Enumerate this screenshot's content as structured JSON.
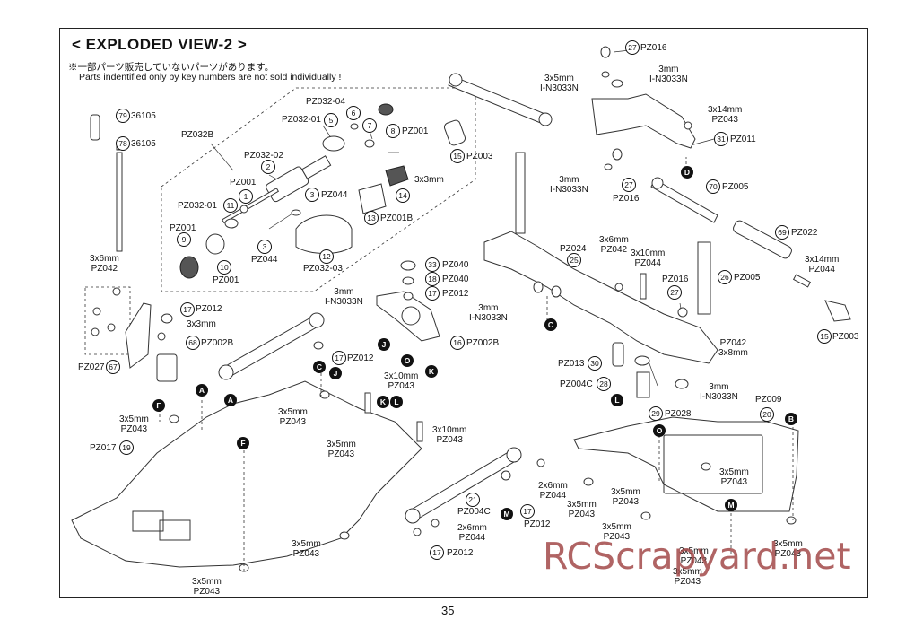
{
  "title": "< EXPLODED VIEW-2 >",
  "note_jp": "※一部パーツ販売していないパーツがあります。",
  "note_en": "Parts indentified only by key numbers are not sold individually !",
  "page_number": "35",
  "watermark": "RCScrapyard.net",
  "labels": {
    "l36105a": "36105",
    "l36105b": "36105",
    "lPZ032B": "PZ032B",
    "lPZ03204": "PZ032-04",
    "lPZ03201a": "PZ032-01",
    "lPZ001a": "PZ001",
    "lPZ003a": "PZ003",
    "lPZ03202": "PZ032-02",
    "lPZ001b": "PZ001",
    "l3x3a": "3x3mm",
    "lPZ044a": "PZ044",
    "lPZ03201b": "PZ032-01",
    "lPZ001c": "PZ001",
    "lPZ001B": "PZ001B",
    "lPZ044b": "PZ044",
    "lPZ03203": "PZ032-03",
    "lPZ001d": "PZ001",
    "l3x6a": "3x6mm\nPZ042",
    "lPZ012a": "PZ012",
    "l3x3b": "3x3mm",
    "lPZ002Ba": "PZ002B",
    "lPZ027": "PZ027",
    "lPZ016a": "PZ016",
    "l3x5N1": "3x5mm\nI-N3033N",
    "l3mmN1": "3mm\nI-N3033N",
    "l3x14a": "3x14mm\nPZ043",
    "lPZ011": "PZ011",
    "l3mmN2": "3mm\nI-N3033N",
    "lPZ016b": "PZ016",
    "lPZ005a": "PZ005",
    "lPZ040a": "PZ040",
    "lPZ040b": "PZ040",
    "l3mmN3": "3mm\nI-N3033N",
    "lPZ012b": "PZ012",
    "l3mmN4": "3mm\nI-N3033N",
    "lPZ002Bb": "PZ002B",
    "lPZ024": "PZ024",
    "l3x6b": "3x6mm\nPZ042",
    "l3x10a": "3x10mm\nPZ044",
    "lPZ016c": "PZ016",
    "lPZ005b": "PZ005",
    "lPZ022": "PZ022",
    "l3x14b": "3x14mm\nPZ044",
    "lPZ003b": "PZ003",
    "lPZ012c": "PZ012",
    "l3x10b": "3x10mm\nPZ043",
    "lPZ042c": "PZ042\n3x8mm",
    "lPZ013": "PZ013",
    "lPZ004Ca": "PZ004C",
    "l3mmN5": "3mm\nI-N3033N",
    "lPZ009": "PZ009",
    "lPZ028": "PZ028",
    "l3x5a": "3x5mm\nPZ043",
    "l3x5b": "3x5mm\nPZ043",
    "l3x10c": "3x10mm\nPZ043",
    "lPZ017": "PZ017",
    "l3x5c": "3x5mm\nPZ043",
    "l2x6a": "2x6mm\nPZ044",
    "lPZ004Cb": "PZ004C",
    "lPZ012d": "PZ012",
    "l2x6b": "2x6mm\nPZ044",
    "lPZ012e": "PZ012",
    "l3x5d": "3x5mm\nPZ043",
    "l3x5e": "3x5mm\nPZ043",
    "l3x5f": "3x5mm\nPZ043",
    "l3x5g": "3x5mm\nPZ043",
    "l3x5h": "3x5mm\nPZ043",
    "l3x5i": "3x5mm\nPZ043",
    "l3x5j": "3x5mm\nPZ043",
    "l3x5k": "3x5mm\nPZ043",
    "l3x5l": "3x5mm\nPZ043"
  },
  "circled": {
    "c79": "79",
    "c78": "78",
    "c5": "5",
    "c6": "6",
    "c7": "7",
    "c8": "8",
    "c15a": "15",
    "c2": "2",
    "c1": "1",
    "c3a": "3",
    "c14": "14",
    "c11": "11",
    "c13": "13",
    "c9": "9",
    "c10": "10",
    "c3b": "3",
    "c12": "12",
    "c17a": "17",
    "c68": "68",
    "c67": "67",
    "c27a": "27",
    "c31": "31",
    "c27b": "27",
    "c70": "70",
    "c33": "33",
    "c18": "18",
    "c17b": "17",
    "c16": "16",
    "c25": "25",
    "c69": "69",
    "c27c": "27",
    "c26": "26",
    "c15b": "15",
    "c17c": "17",
    "c30": "30",
    "c28": "28",
    "c29": "29",
    "c20": "20",
    "c19": "19",
    "c21": "21",
    "c17d": "17",
    "c17e": "17"
  },
  "letters": {
    "bA1": "A",
    "bA2": "A",
    "bF1": "F",
    "bF2": "F",
    "bC1": "C",
    "bJ1": "J",
    "bJ2": "J",
    "bO1": "O",
    "bK1": "K",
    "bK2": "K",
    "bL1": "L",
    "bD": "D",
    "bC2": "C",
    "bL2": "L",
    "bO2": "O",
    "bB": "B",
    "bM1": "M",
    "bM2": "M"
  }
}
